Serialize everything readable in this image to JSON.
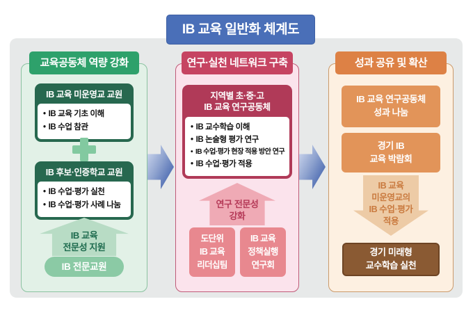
{
  "title": "IB 교육 일반화 체계도",
  "palette": {
    "canvas_bg": "#e7e9e9",
    "title_bg": "#4a6fb8",
    "flow_arrow_gradient": [
      "#ccd6ed",
      "#4a69b0"
    ],
    "green_header": "#2ea16b",
    "green_panel_bg": "#e2f1e7",
    "green_dark": "#27684f",
    "green_plus": "#82c9a0",
    "green_arrow": "#b8dcc5",
    "green_pill": "#8bcaa5",
    "red_header": "#c64462",
    "red_panel_bg": "#fbe3ec",
    "red_dark": "#b03a58",
    "red_arrow": "#efaab5",
    "red_box": "#e8888f",
    "orange_header": "#dd8145",
    "orange_panel_bg": "#fdf0e1",
    "orange_box": "#e29459",
    "orange_arrow": "#edcba6",
    "brown_box": "#8a5a33"
  },
  "icons": {
    "plus": "plus-icon",
    "flow": "right-arrow-icon",
    "support_arrow": "up-arrow-icon",
    "strengthen_arrow": "up-arrow-icon",
    "apply_arrow": "down-arrow-icon"
  },
  "columns": [
    {
      "header": "교육공동체 역량 강화",
      "groups": [
        {
          "header": "IB 교육 미운영교 교원",
          "bullets": [
            "IB 교육 기초 이해",
            "IB 수업 참관"
          ]
        },
        {
          "header": "IB 후보·인증학교 교원",
          "bullets": [
            "IB 수업·평가 실천",
            "IB 수업·평가 사례 나눔"
          ]
        }
      ],
      "arrow": {
        "direction": "up",
        "lines": [
          "IB 교육",
          "전문성 지원"
        ]
      },
      "pill": "IB 전문교원"
    },
    {
      "header": "연구·실천 네트워크 구축",
      "group": {
        "header_lines": [
          "지역별 초·중·고",
          "IB 교육 연구공동체"
        ],
        "bullets": [
          "IB 교수학습 이해",
          "IB 논술형 평가 연구",
          "IB 수업·평가 현장 적용 방안 연구",
          "IB 수업·평가 적용"
        ]
      },
      "arrow": {
        "direction": "up",
        "lines": [
          "연구 전문성",
          "강화"
        ]
      },
      "boxes": [
        {
          "lines": [
            "도단위",
            "IB 교육",
            "리더십팀"
          ]
        },
        {
          "lines": [
            "IB 교육",
            "정책실행",
            "연구회"
          ]
        }
      ]
    },
    {
      "header": "성과 공유 및 확산",
      "boxes": [
        {
          "lines": [
            "IB 교육 연구공동체",
            "성과 나눔"
          ]
        },
        {
          "lines": [
            "경기 IB",
            "교육 박람회"
          ]
        }
      ],
      "arrow": {
        "direction": "down",
        "lines": [
          "IB 교육",
          "미운영교의",
          "IB 수업·평가",
          "적용"
        ]
      },
      "bottom_box": {
        "lines": [
          "경기 미래형",
          "교수학습 실천"
        ]
      }
    }
  ]
}
